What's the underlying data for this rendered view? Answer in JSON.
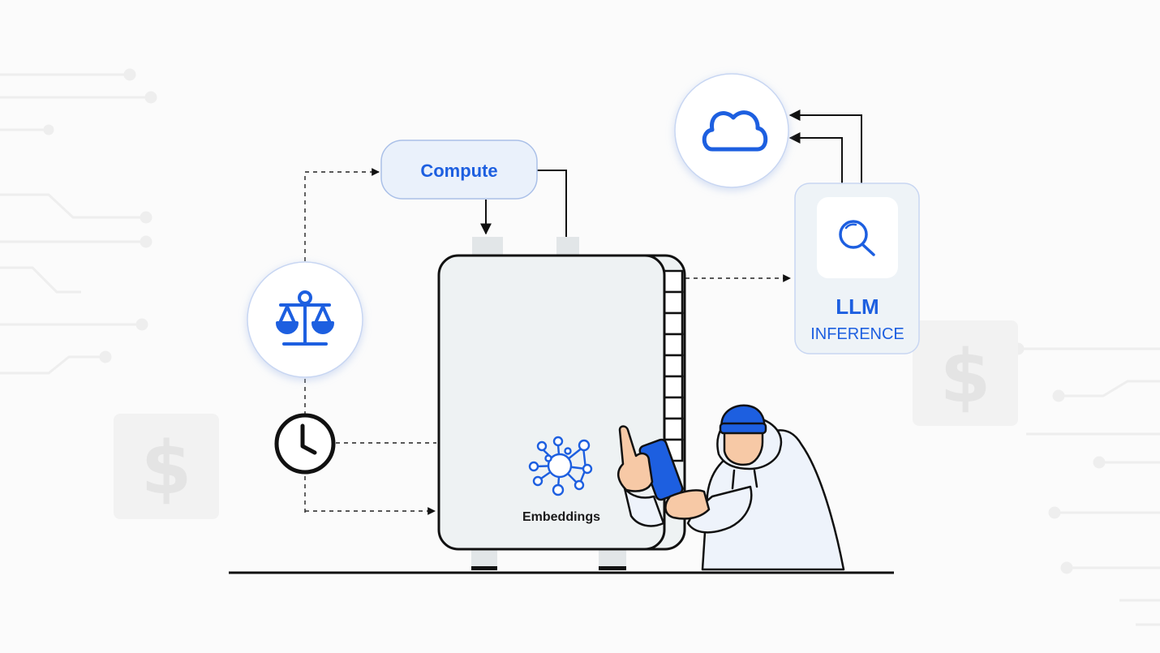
{
  "diagram": {
    "compute_label": "Compute",
    "embeddings_label": "Embeddings",
    "llm_title": "LLM",
    "llm_subtitle": "INFERENCE",
    "icons": {
      "cloud": "cloud-icon",
      "search": "search-icon",
      "balance": "balance-scale-icon",
      "clock": "clock-icon",
      "network": "network-nodes-icon",
      "dollar": "dollar-sign-icon"
    }
  },
  "colors": {
    "accent_blue": "#1d5fe0",
    "server_fill": "#eef2f3",
    "outline": "#111111",
    "pill_fill": "#eaf1fb",
    "bg": "#fbfbfb"
  }
}
